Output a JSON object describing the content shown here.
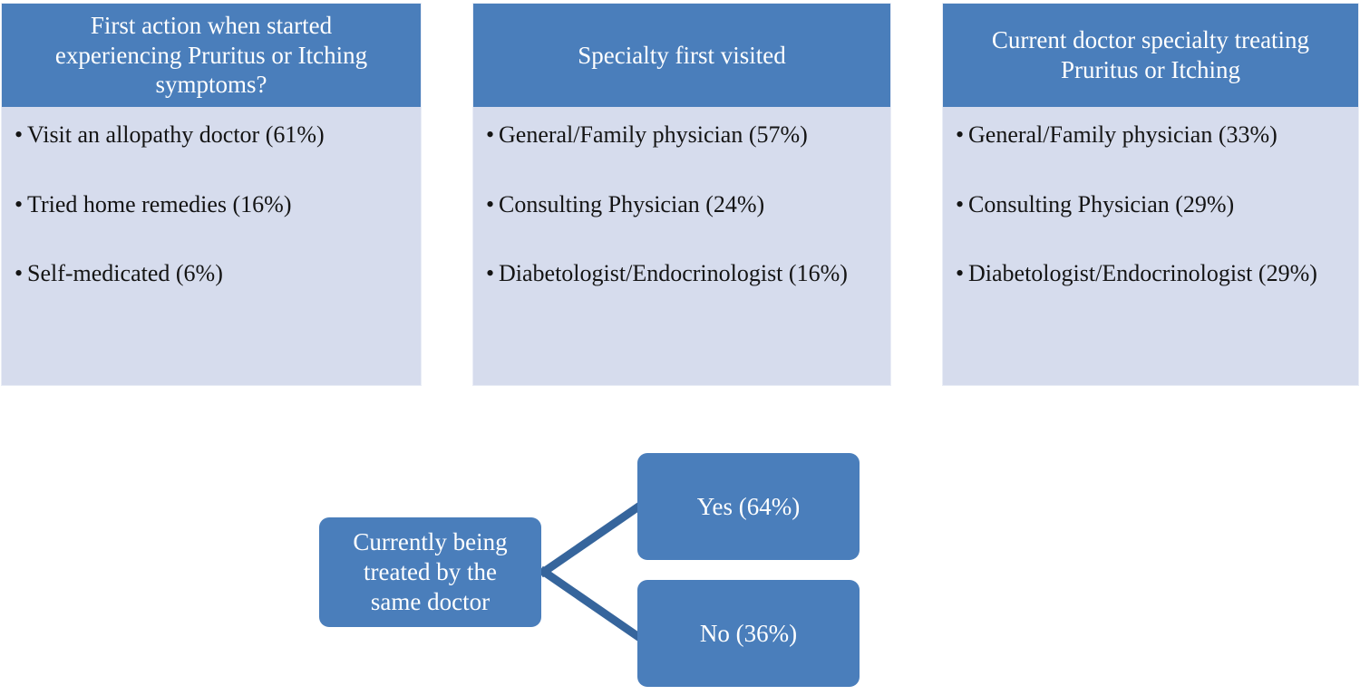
{
  "colors": {
    "header_blue": "#4a7ebb",
    "body_fill": "#d6dced",
    "text_dark": "#141414",
    "text_light": "#ffffff",
    "connector": "#36659c"
  },
  "panels": [
    {
      "id": "first-action",
      "title_lines": [
        "First action when started",
        "experiencing  Pruritus or Itching",
        "symptoms?"
      ],
      "bullet_marker": "•",
      "items": [
        "Visit an allopathy doctor (61%)",
        "Tried home remedies (16%)",
        "Self-medicated  (6%)"
      ]
    },
    {
      "id": "specialty-first-visited",
      "title_lines": [
        "Specialty first visited"
      ],
      "bullet_marker": "•",
      "items": [
        "General/Family  physician  (57%)",
        "Consulting Physician  (24%)",
        "Diabetologist/Endocrinologist (16%)"
      ]
    },
    {
      "id": "current-doctor-specialty",
      "title_lines": [
        "Current doctor specialty treating",
        "Pruritus or Itching"
      ],
      "bullet_marker": "•",
      "items": [
        "General/Family  physician  (33%)",
        "Consulting Physician  (29%)",
        "Diabetologist/Endocrinologist (29%)"
      ]
    }
  ],
  "flow": {
    "source_lines": [
      "Currently being",
      "treated by the",
      "same doctor"
    ],
    "branches": [
      {
        "id": "yes",
        "label": "Yes (64%)"
      },
      {
        "id": "no",
        "label": "No (36%)"
      }
    ]
  },
  "chart_data": {
    "type": "table",
    "title": "Pruritus or Itching: care-seeking pathway",
    "panels": [
      {
        "category": "First action when started experiencing  Pruritus or Itching symptoms?",
        "labels": [
          "Visit an allopathy doctor",
          "Tried home remedies",
          "Self-medicated"
        ],
        "values": [
          61,
          16,
          6
        ],
        "unit": "%"
      },
      {
        "category": "Specialty first visited",
        "labels": [
          "General/Family physician",
          "Consulting Physician",
          "Diabetologist/Endocrinologist"
        ],
        "values": [
          57,
          24,
          16
        ],
        "unit": "%"
      },
      {
        "category": "Current doctor specialty treating Pruritus or Itching",
        "labels": [
          "General/Family physician",
          "Consulting Physician",
          "Diabetologist/Endocrinologist"
        ],
        "values": [
          33,
          29,
          29
        ],
        "unit": "%"
      },
      {
        "category": "Currently being treated by the same doctor",
        "labels": [
          "Yes",
          "No"
        ],
        "values": [
          64,
          36
        ],
        "unit": "%"
      }
    ]
  }
}
